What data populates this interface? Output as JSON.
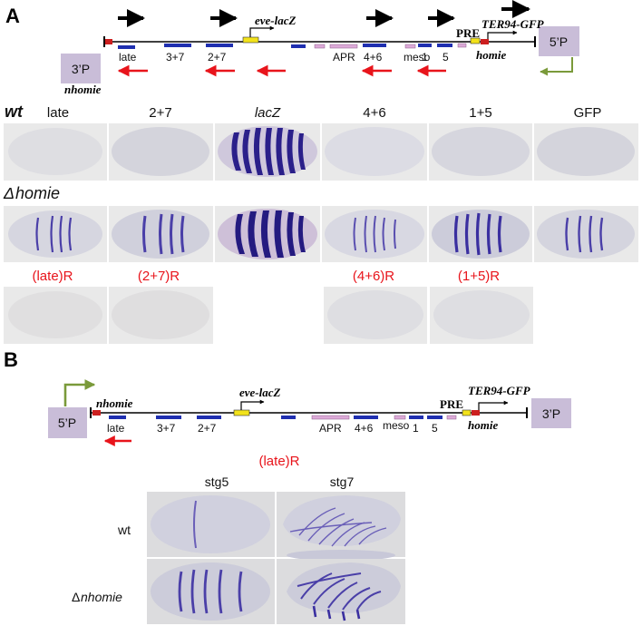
{
  "panelA": {
    "letter": "A",
    "left_promoter": "3’P",
    "right_promoter": "5’P",
    "nhomie": "nhomie",
    "homie": "homie",
    "reporter_lacZ": "eve-lacZ",
    "reporter_gfp": "TER94-GFP",
    "pre": "PRE",
    "enhancers": {
      "late": "late",
      "e37": "3+7",
      "e27": "2+7",
      "apr": "APR",
      "e46": "4+6",
      "meso": "meso",
      "e1": "1",
      "e5": "5"
    },
    "columns": [
      "late",
      "2+7",
      "lacZ",
      "4+6",
      "1+5",
      "GFP"
    ],
    "row_wt": "wt",
    "row_dhomie_delta": "Δ",
    "row_dhomie": "homie",
    "reversed": [
      "(late)R",
      "(2+7)R",
      "(4+6)R",
      "(1+5)R"
    ]
  },
  "panelB": {
    "letter": "B",
    "left_promoter": "5’P",
    "right_promoter": "3’P",
    "nhomie": "nhomie",
    "homie": "homie",
    "reporter_lacZ": "eve-lacZ",
    "reporter_gfp": "TER94-GFP",
    "pre": "PRE",
    "enhancers": {
      "late": "late",
      "e37": "3+7",
      "e27": "2+7",
      "apr": "APR",
      "e46": "4+6",
      "meso": "meso",
      "e1": "1",
      "e5": "5"
    },
    "title": "(late)R",
    "col1": "stg5",
    "col2": "stg7",
    "row1": "wt",
    "row2_delta": "Δ",
    "row2": "nhomie"
  },
  "colors": {
    "enhancer": "#1f2fb0",
    "element_pink": "#dcaad8",
    "insulator": "#cc1f1f",
    "lacZ_box": "#f2e21a",
    "arrow_red": "#e8141b",
    "arrow_olive": "#7a9a3a",
    "promoter_box": "#c9bdd8",
    "stain": "#3a2f9a"
  }
}
